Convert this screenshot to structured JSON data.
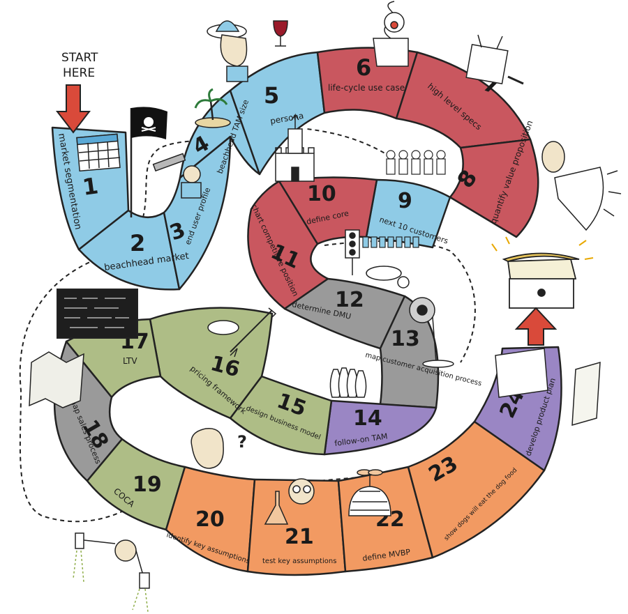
{
  "start": {
    "line1": "START",
    "line2": "HERE"
  },
  "steps": [
    {
      "num": "1",
      "label": "market segmentation",
      "color": "#8fcbe6"
    },
    {
      "num": "2",
      "label": "beachhead market",
      "color": "#8fcbe6"
    },
    {
      "num": "3",
      "label": "end user profile",
      "color": "#8fcbe6"
    },
    {
      "num": "4",
      "label": "beachhead TAM size",
      "color": "#8fcbe6"
    },
    {
      "num": "5",
      "label": "persona",
      "color": "#8fcbe6"
    },
    {
      "num": "6",
      "label": "life-cycle use case",
      "color": "#c9575f"
    },
    {
      "num": "7",
      "label": "high level specs",
      "color": "#c9575f"
    },
    {
      "num": "8",
      "label": "quantify value proposition",
      "color": "#c9575f"
    },
    {
      "num": "9",
      "label": "next 10 customers",
      "color": "#8fcbe6"
    },
    {
      "num": "10",
      "label": "define core",
      "color": "#c9575f"
    },
    {
      "num": "11",
      "label": "chart competitive position",
      "color": "#c9575f"
    },
    {
      "num": "12",
      "label": "determine DMU",
      "color": "#9a9a9a"
    },
    {
      "num": "13",
      "label": "map customer acquisition process",
      "color": "#9a9a9a"
    },
    {
      "num": "14",
      "label": "follow-on TAM",
      "color": "#9a86c4"
    },
    {
      "num": "15",
      "label": "design business model",
      "color": "#aebd86"
    },
    {
      "num": "16",
      "label": "pricing framework",
      "color": "#aebd86"
    },
    {
      "num": "17",
      "label": "LTV",
      "color": "#aebd86"
    },
    {
      "num": "18",
      "label": "map sales process",
      "color": "#9a9a9a"
    },
    {
      "num": "19",
      "label": "COCA",
      "color": "#aebd86"
    },
    {
      "num": "20",
      "label": "identify key assumptions",
      "color": "#f29a62"
    },
    {
      "num": "21",
      "label": "test key assumptions",
      "color": "#f29a62"
    },
    {
      "num": "22",
      "label": "define MVBP",
      "color": "#f29a62"
    },
    {
      "num": "23",
      "label": "show dogs will eat the dog food",
      "color": "#f29a62"
    },
    {
      "num": "24",
      "label": "develop product plan",
      "color": "#9a86c4"
    }
  ],
  "icons": [
    "start-arrow-icon",
    "calendar-icon",
    "pirate-flag-icon",
    "telescope-icon",
    "island-icon",
    "tourist-icon",
    "wine-glass-icon",
    "jack-in-the-box-icon",
    "robot-icon",
    "megaphone-icon",
    "customers-icon",
    "castle-icon",
    "traffic-light-icon",
    "sleeping-figure-icon",
    "webcam-icon",
    "chalkboard-icon",
    "map-icon",
    "weighing-scale-icon",
    "bowling-pins-icon",
    "thinker-icon",
    "flask-icon",
    "igloo-icon",
    "blueprint-icon",
    "treasure-chest-icon",
    "up-arrow-icon",
    "juggler-icon"
  ]
}
